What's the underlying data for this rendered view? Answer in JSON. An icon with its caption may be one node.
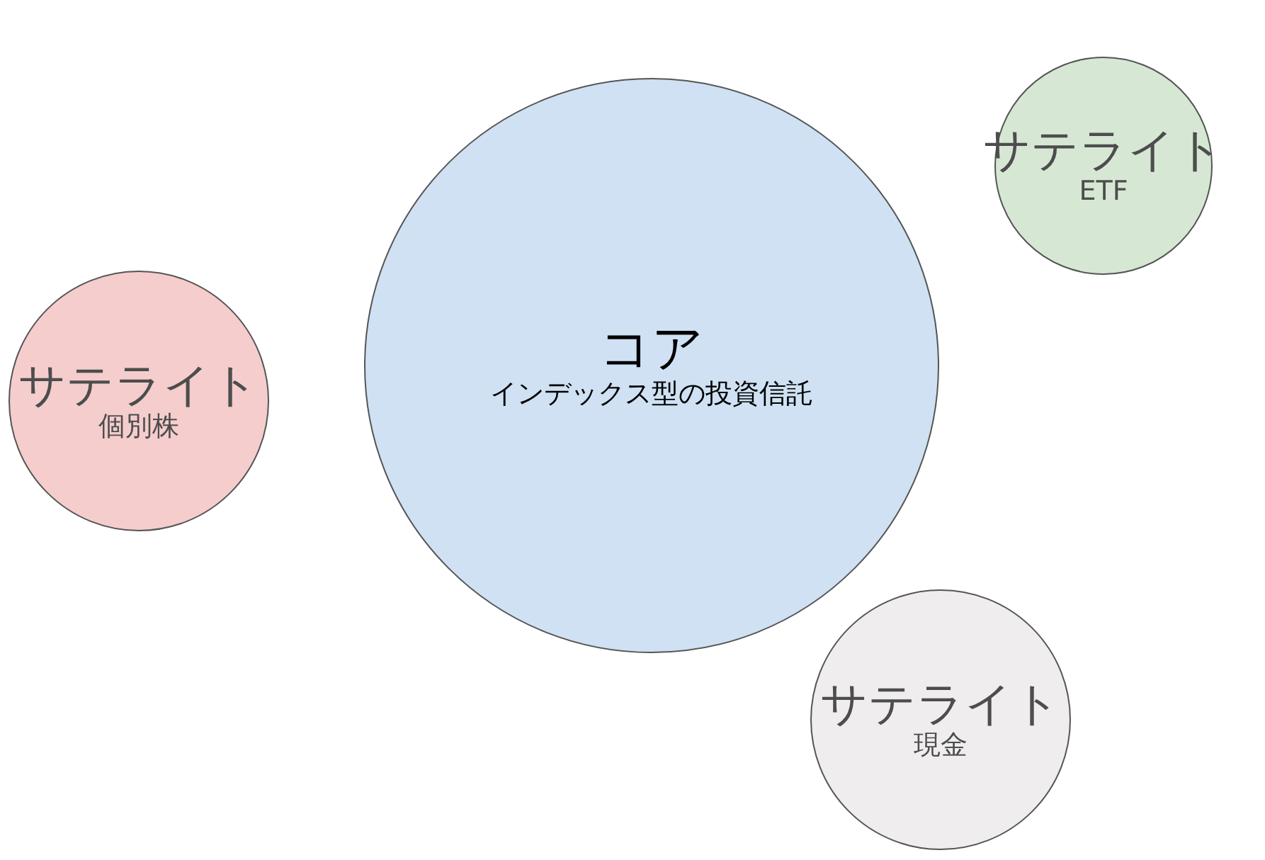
{
  "diagram": {
    "nodes": [
      {
        "text": [
          "コア",
          "インデックス型の投資信託"
        ]
      },
      {
        "text": [
          "サテライト",
          "ETF"
        ]
      },
      {
        "text": [
          "サテライト",
          "個別株"
        ]
      },
      {
        "text": [
          "サテライト",
          "現金"
        ]
      }
    ]
  }
}
